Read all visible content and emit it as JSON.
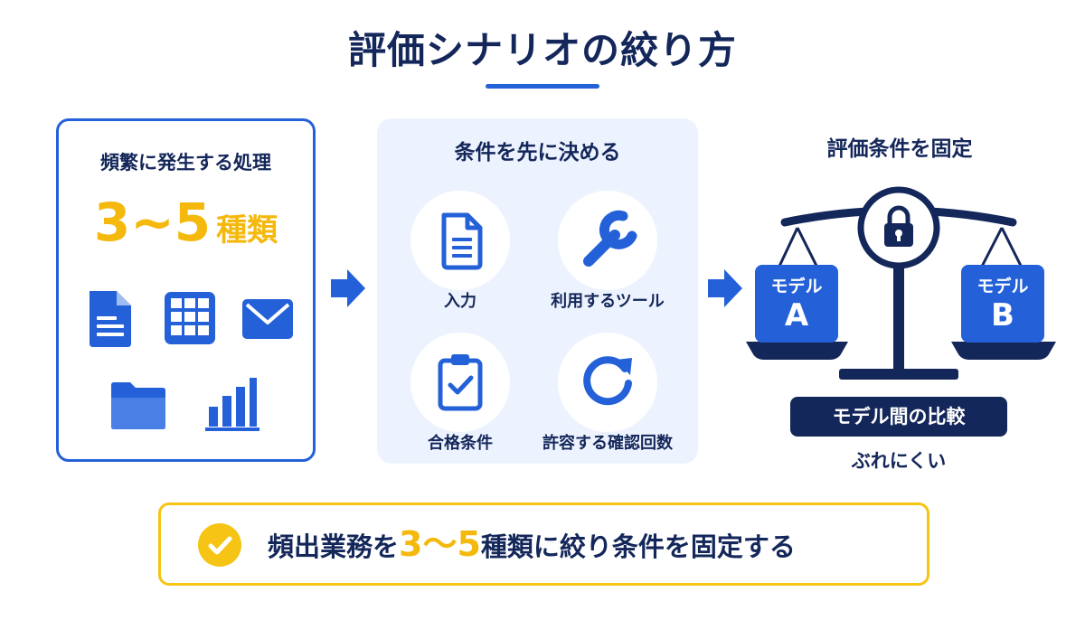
{
  "title": "評価シナリオの絞り方",
  "left_panel": {
    "heading": "頻繁に発生する処理",
    "count_number": "3~5",
    "count_unit": "種類",
    "icons": [
      "document-icon",
      "table-icon",
      "mail-icon",
      "folder-icon",
      "bar-chart-icon"
    ]
  },
  "middle_panel": {
    "heading": "条件を先に決める",
    "items": [
      {
        "label": "入力",
        "icon": "document-icon"
      },
      {
        "label": "利用するツール",
        "icon": "wrench-icon"
      },
      {
        "label": "合格条件",
        "icon": "clipboard-check-icon"
      },
      {
        "label": "許容する確認回数",
        "icon": "refresh-icon"
      }
    ]
  },
  "right_panel": {
    "heading": "評価条件を固定",
    "model_a": {
      "line1": "モデル",
      "line2": "A"
    },
    "model_b": {
      "line1": "モデル",
      "line2": "B"
    },
    "compare_label": "モデル間の比較",
    "stable_label": "ぶれにくい"
  },
  "banner": {
    "prefix": "頻出業務を",
    "highlight": "3～5",
    "suffix": "種類に絞り条件を固定する"
  },
  "colors": {
    "navy": "#14275a",
    "blue": "#2461d8",
    "light_blue_bg": "#edf3fe",
    "yellow": "#f5b80c",
    "banner_border": "#f5c414"
  }
}
